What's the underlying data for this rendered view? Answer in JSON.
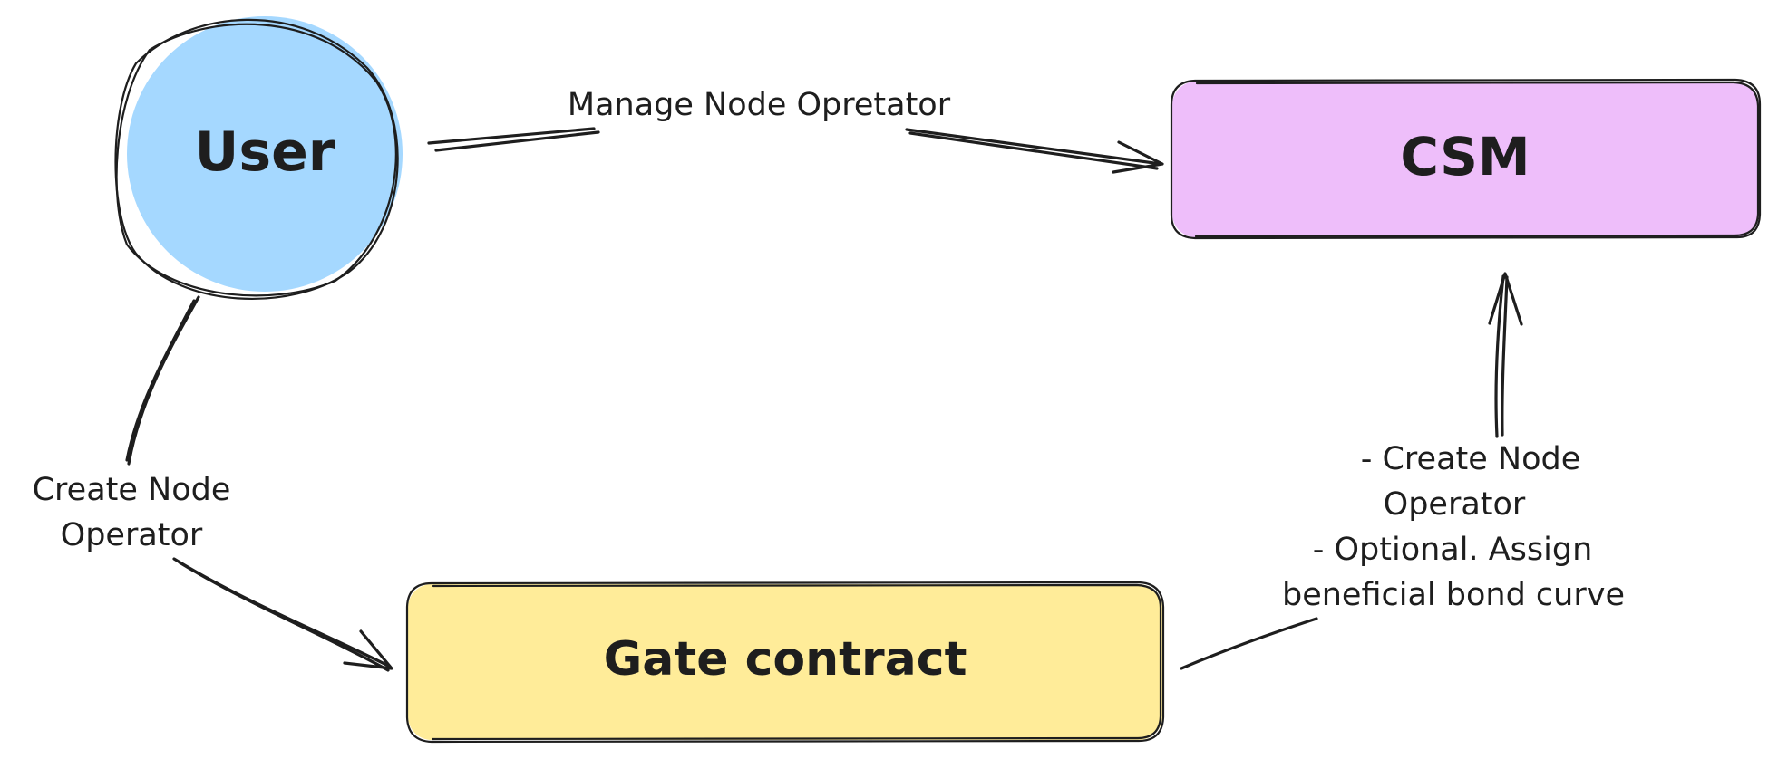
{
  "nodes": {
    "user": {
      "label": "User",
      "fill": "#a5d8ff"
    },
    "csm": {
      "label": "CSM",
      "fill": "#eebefa"
    },
    "gate": {
      "label": "Gate contract",
      "fill": "#ffec99"
    }
  },
  "edges": {
    "user_to_csm": {
      "label": "Manage Node Opretator"
    },
    "user_to_gate": {
      "label_lines": [
        "Create Node",
        "Operator"
      ]
    },
    "gate_to_csm": {
      "label_lines": [
        "- Create Node",
        "Operator",
        "- Optional. Assign",
        "beneficial bond curve"
      ]
    }
  },
  "colors": {
    "stroke": "#1e1e1e",
    "background": "#ffffff"
  }
}
